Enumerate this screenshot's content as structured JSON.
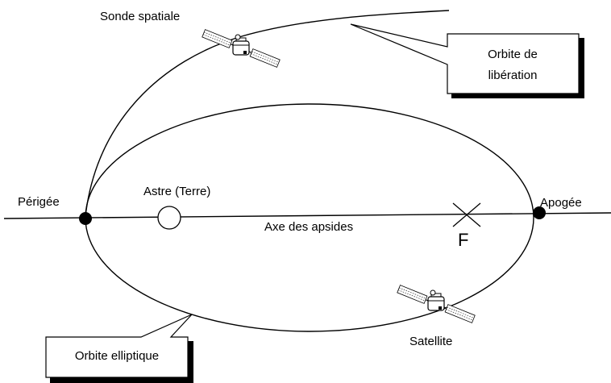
{
  "labels": {
    "probe": "Sonde spatiale",
    "escape_orbit": [
      "Orbite de",
      "libération"
    ],
    "perigee": "Périgée",
    "body": "Astre (Terre)",
    "apogee": "Apogée",
    "apse_line": "Axe des apsides",
    "focus": "F",
    "satellite": "Satellite",
    "elliptic_orbit": "Orbite elliptique"
  },
  "icons": {
    "probe": "satellite-icon",
    "satellite": "satellite-icon",
    "perigee_point": "filled-dot",
    "apogee_point": "filled-dot",
    "focus_mark": "cross-mark",
    "body": "circle"
  },
  "colors": {
    "line": "#000000",
    "background": "#ffffff"
  }
}
